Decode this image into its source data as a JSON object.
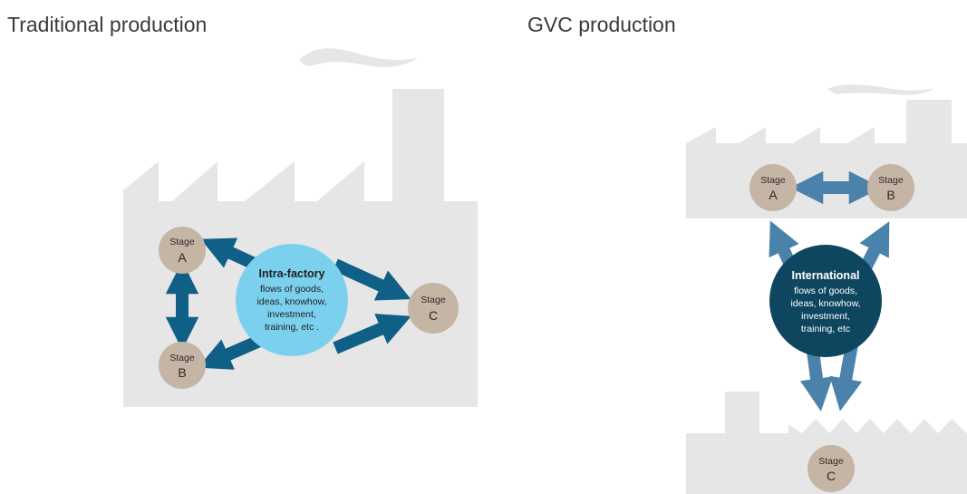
{
  "panels": {
    "traditional": {
      "title": "Traditional production",
      "center": {
        "heading": "Intra-factory",
        "lines": [
          "flows of goods,",
          "ideas, knowhow,",
          "investment,",
          "training, etc ."
        ]
      },
      "stages": [
        {
          "word": "Stage",
          "letter": "A"
        },
        {
          "word": "Stage",
          "letter": "B"
        },
        {
          "word": "Stage",
          "letter": "C"
        }
      ]
    },
    "gvc": {
      "title": "GVC production",
      "center": {
        "heading": "International",
        "lines": [
          "flows of goods,",
          "ideas, knowhow,",
          "investment,",
          "training, etc"
        ]
      },
      "stages": [
        {
          "word": "Stage",
          "letter": "A"
        },
        {
          "word": "Stage",
          "letter": "B"
        },
        {
          "word": "Stage",
          "letter": "C"
        }
      ]
    }
  },
  "colors": {
    "factory": "#e6e6e6",
    "stage": "#c4b5a4",
    "arrow_left": "#0f5f86",
    "arrow_right": "#4b82ab",
    "center_left": "#7bd0ee",
    "center_right": "#0e4660",
    "text_dark": "#1f1f1f",
    "text_light": "#ffffff"
  }
}
